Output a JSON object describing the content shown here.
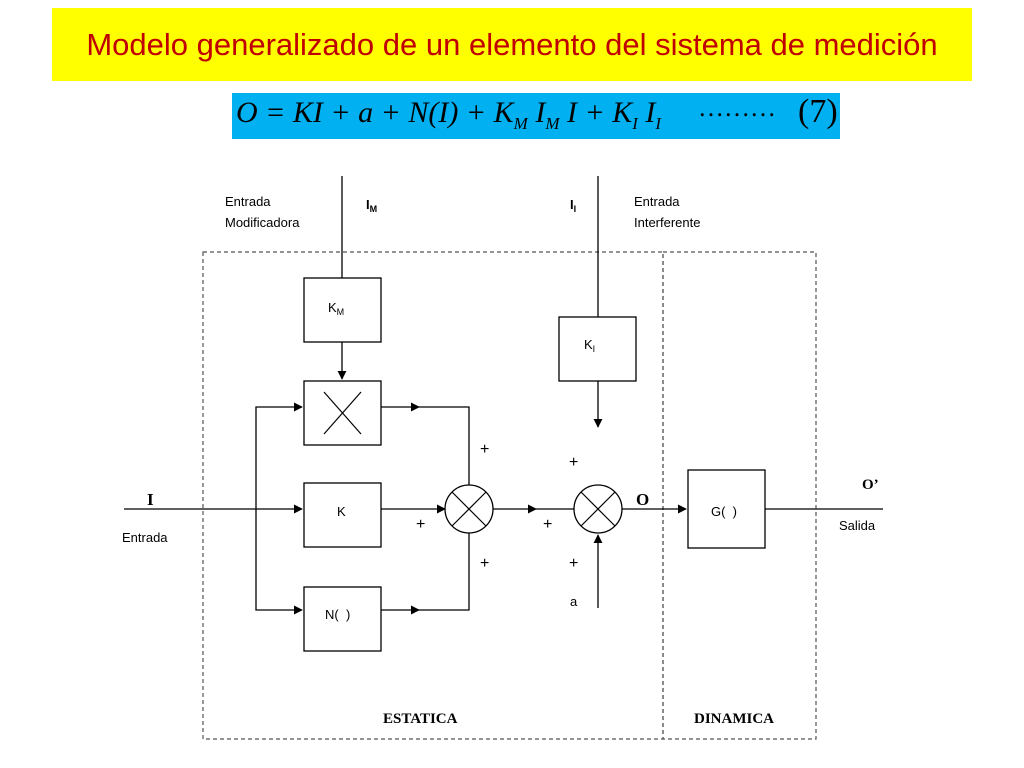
{
  "title": "Modelo generalizado de un elemento del sistema de medición",
  "formula": {
    "eq_number": "(7)",
    "dots": "………"
  },
  "inputs": {
    "modifying_label_line1": "Entrada",
    "modifying_label_line2": "Modificadora",
    "modifying_symbol": "I",
    "modifying_subscript": "M",
    "interfering_label_line1": "Entrada",
    "interfering_label_line2": "Interferente",
    "interfering_symbol": "I",
    "interfering_subscript": "I",
    "main_symbol": "I",
    "main_label": "Entrada",
    "offset_symbol": "a"
  },
  "blocks": {
    "km_symbol": "K",
    "km_subscript": "M",
    "ki_symbol": "K",
    "ki_subscript": "I",
    "k_label": "K",
    "n_label": "N(  )",
    "g_label": "G(  )"
  },
  "signs": {
    "plus": "+"
  },
  "outputs": {
    "o_symbol": "O",
    "o_prime_symbol": "O’",
    "output_label": "Salida"
  },
  "regions": {
    "static": "ESTATICA",
    "dynamic": "DINAMICA"
  }
}
